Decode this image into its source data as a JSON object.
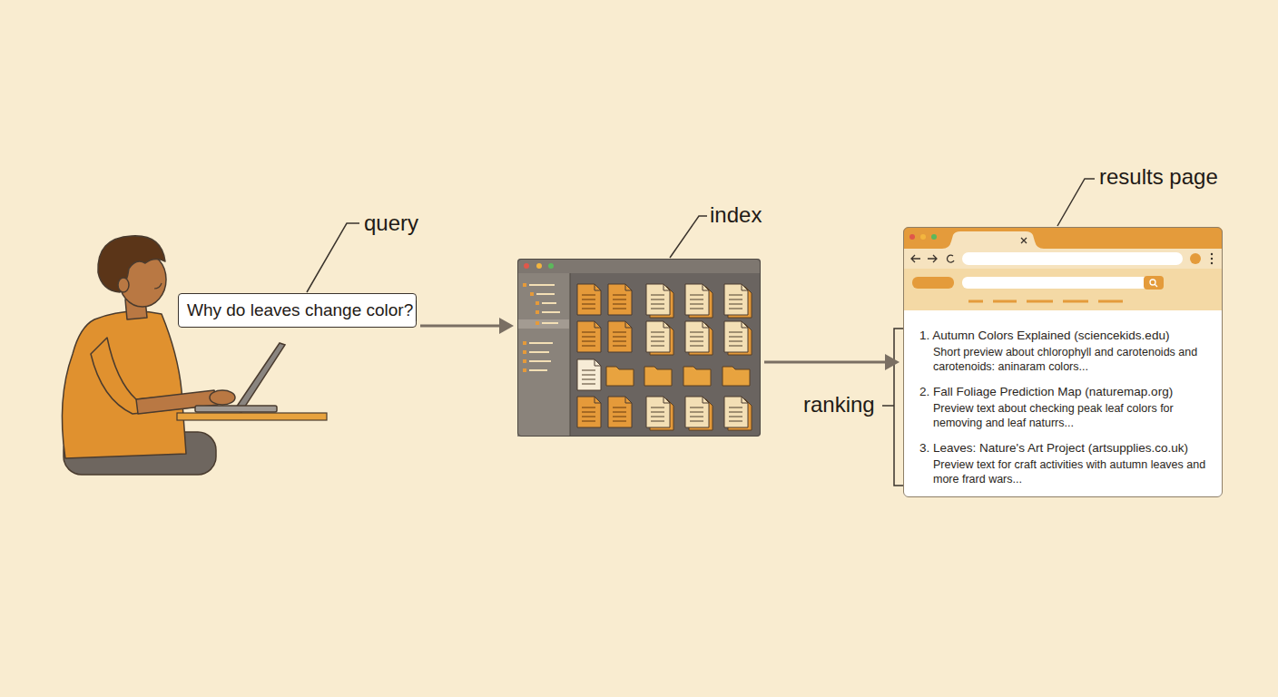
{
  "diagram": {
    "nodes": [
      {
        "text": [
          "query",
          "Why do leaves change color?"
        ]
      },
      {
        "text": [
          "index"
        ]
      },
      {
        "text": [
          "results page",
          "1. Autumn Colors Explained (sciencekids.edu)",
          "Short preview about chlorophyll and carotenoids and carotenoids: aninaram colors...",
          "2. Fall Foliage Prediction Map (naturemap.org)",
          "Preview text about checking peak leaf colors for nemoving and leaf naturrs...",
          "3. Leaves: Nature's Art Project (artsupplies.co.uk)",
          "Preview text for craft activities with autumn leaves and more frard wars..."
        ]
      }
    ],
    "edges": [
      {
        "from": 0,
        "to": 1,
        "arrow": "to"
      },
      {
        "from": 1,
        "to": 2,
        "arrow": "to"
      }
    ],
    "labels": [
      "ranking"
    ]
  }
}
